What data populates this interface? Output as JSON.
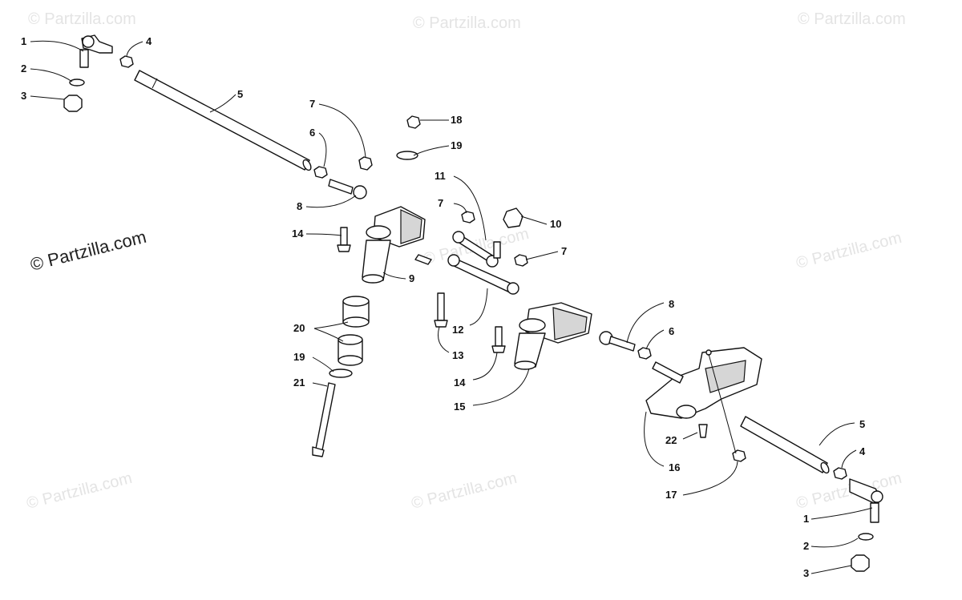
{
  "watermark": {
    "text": "© Partzilla.com",
    "main_text": "© Partzilla.com"
  },
  "callouts": {
    "c1_top": "1",
    "c2_top": "2",
    "c3_top": "3",
    "c4_top": "4",
    "c5_top": "5",
    "c7_a": "7",
    "c6_a": "6",
    "c8_a": "8",
    "c14_a": "14",
    "c18": "18",
    "c19_a": "19",
    "c11": "11",
    "c7_b": "7",
    "c10": "10",
    "c7_c": "7",
    "c9": "9",
    "c20": "20",
    "c19_b": "19",
    "c21": "21",
    "c12": "12",
    "c13": "13",
    "c14_b": "14",
    "c15": "15",
    "c8_b": "8",
    "c6_b": "6",
    "c5_bot": "5",
    "c4_bot": "4",
    "c22": "22",
    "c16": "16",
    "c17": "17",
    "c1_bot": "1",
    "c2_bot": "2",
    "c3_bot": "3"
  },
  "colors": {
    "line": "#111111",
    "watermark": "#e4e4e4"
  }
}
